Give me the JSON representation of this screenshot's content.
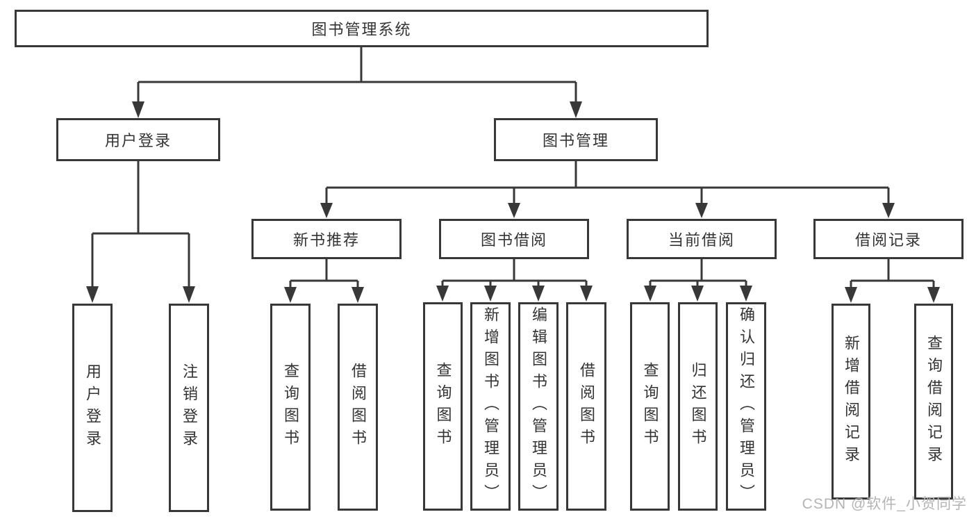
{
  "title": {
    "label": "图书管理系统"
  },
  "level2": {
    "user_login": "用户登录",
    "book_management": "图书管理"
  },
  "level3": {
    "new_book_recommend": "新书推荐",
    "book_borrowing": "图书借阅",
    "current_borrowing": "当前借阅",
    "borrowing_records": "借阅记录"
  },
  "leaves": {
    "user_login_group": [
      "用户登录",
      "注销登录"
    ],
    "new_book_group": [
      "查询图书",
      "借阅图书"
    ],
    "book_borrowing_group": [
      "查询图书",
      "新增图书（管理员）",
      "编辑图书（管理员）",
      "借阅图书"
    ],
    "current_borrowing_group": [
      "查询图书",
      "归还图书",
      "确认归还（管理员）"
    ],
    "records_group": [
      "新增借阅记录",
      "查询借阅记录"
    ]
  },
  "watermark": {
    "label": "CSDN @软件_小贺同学"
  },
  "colors": {
    "line": "#383838",
    "text": "#333333",
    "watermark": "#b4b4b4",
    "background": "#ffffff"
  }
}
